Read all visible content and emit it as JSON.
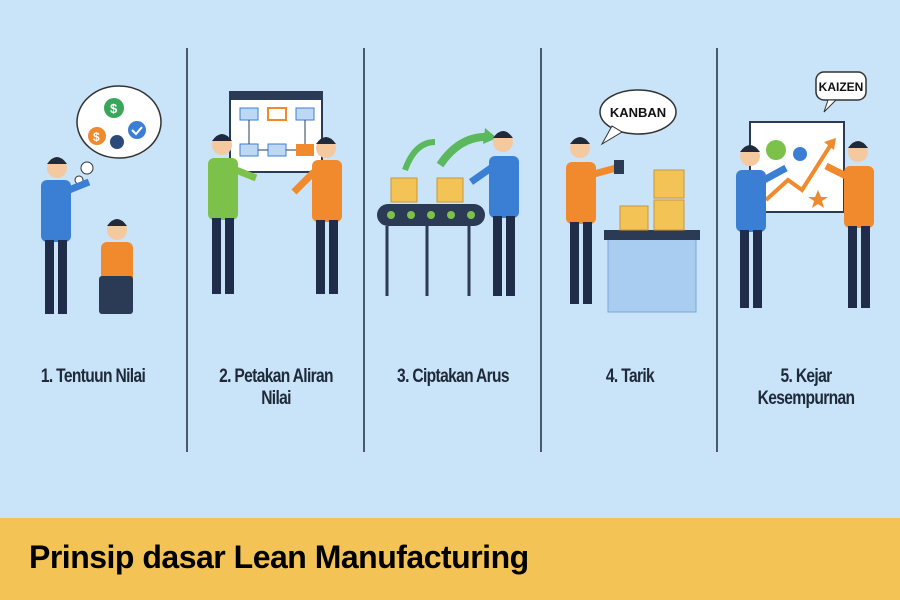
{
  "steps": [
    {
      "label": "1. Tentuun Nilai"
    },
    {
      "label": "2. Petakan Aliran Nilai"
    },
    {
      "label": "3. Ciptakan Arus"
    },
    {
      "label": "4. Tarik",
      "bubble": "KANBAN"
    },
    {
      "label": "5. Kejar Kesempurnan",
      "bubble": "KAIZEN"
    }
  ],
  "footer": {
    "title": "Prinsip dasar Lean Manufacturing"
  },
  "colors": {
    "background": "#c9e3f8",
    "footer": "#f3c455",
    "blue_shirt": "#3b7fd4",
    "orange_shirt": "#f08a2c",
    "green_shirt": "#7cc24a"
  }
}
